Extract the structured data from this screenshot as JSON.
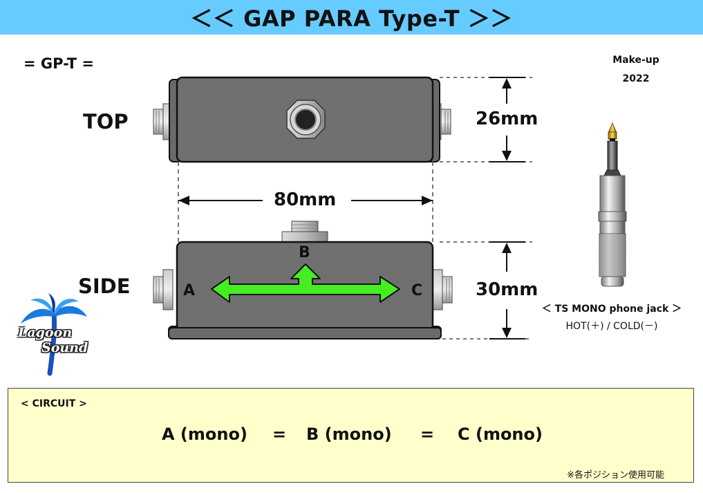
{
  "title": "＜＜ GAP PARA Type-T ＞＞",
  "model": "= GP-T =",
  "makeup": {
    "label": "Make-up",
    "year": "2022"
  },
  "views": {
    "top": "TOP",
    "side": "SIDE"
  },
  "dimensions": {
    "width": "80mm",
    "top_height": "26mm",
    "side_height": "30mm"
  },
  "ports": {
    "a": "A",
    "b": "B",
    "c": "C"
  },
  "jack": {
    "title": "＜ TS MONO phone jack ＞",
    "subtitle": "HOT(＋) / COLD(－)"
  },
  "logo": {
    "line1": "Lagoon",
    "line2": "Sound"
  },
  "circuit": {
    "title": "< CIRCUIT >",
    "term_a": "A (mono)",
    "eq1": "=",
    "term_b": "B (mono)",
    "eq2": "=",
    "term_c": "C (mono)",
    "note": "※各ポジション使用可能"
  },
  "colors": {
    "title_bar": "#66ccff",
    "enclosure": "#707070",
    "arrow": "#44ee22",
    "circuit_bg": "#ffffcc"
  }
}
